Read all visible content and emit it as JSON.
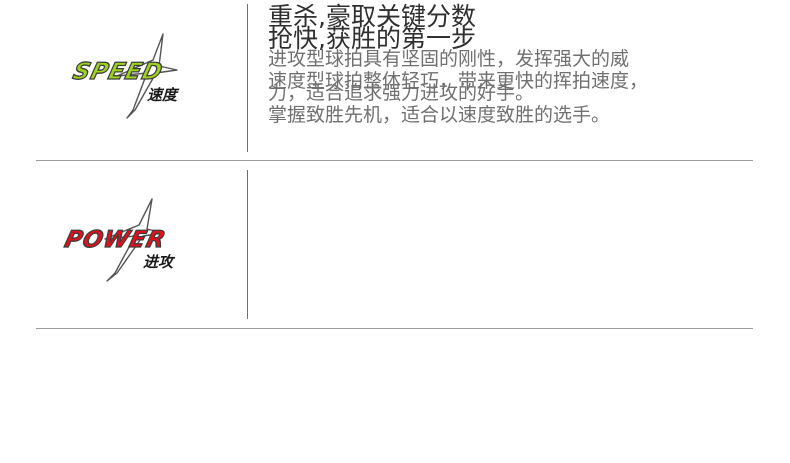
{
  "features": [
    {
      "id": "speed",
      "logo_word": "SPEED",
      "logo_subtitle": "速度",
      "accent_color": "#9dd21e",
      "title": "抢快,获胜的第一步",
      "description_lines": [
        "速度型球拍整体轻巧，带来更快的挥拍速度，",
        "掌握致胜先机，适合以速度致胜的选手。"
      ]
    },
    {
      "id": "power",
      "logo_word": "POWER",
      "logo_subtitle": "进攻",
      "accent_color": "#e3101b",
      "title": "重杀,豪取关键分数",
      "description_lines": [
        "进攻型球拍具有坚固的刚性，发挥强大的威",
        "力，适合追求强力进攻的好手。"
      ]
    }
  ]
}
